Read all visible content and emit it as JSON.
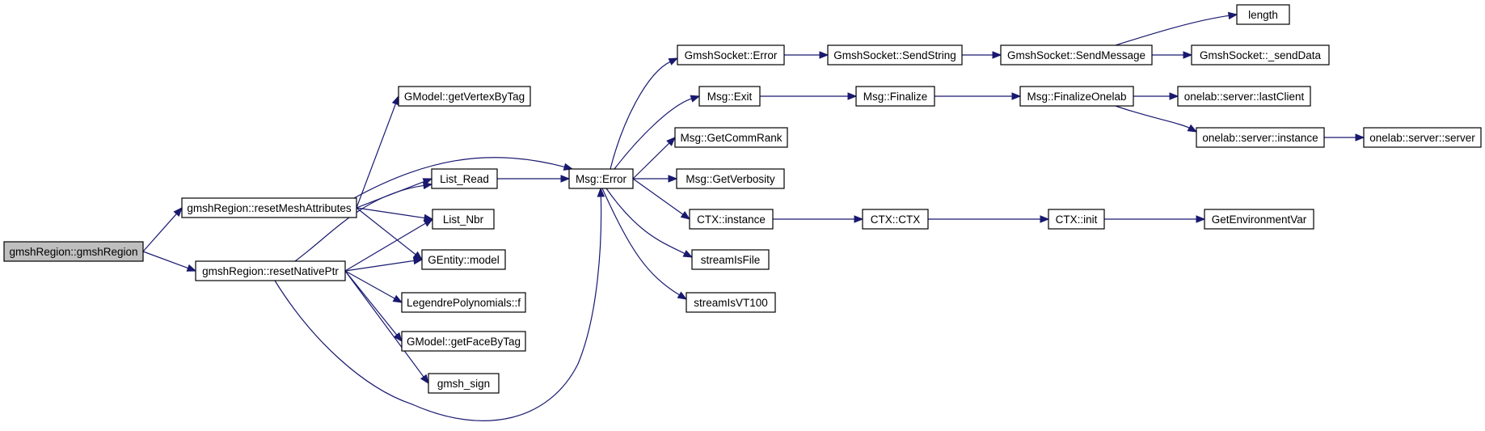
{
  "graph": {
    "nodes": [
      {
        "id": "root",
        "label": "gmshRegion::gmshRegion",
        "root": true
      },
      {
        "id": "rma",
        "label": "gmshRegion::resetMeshAttributes"
      },
      {
        "id": "rnp",
        "label": "gmshRegion::resetNativePtr"
      },
      {
        "id": "gvt",
        "label": "GModel::getVertexByTag"
      },
      {
        "id": "lr",
        "label": "List_Read"
      },
      {
        "id": "ln",
        "label": "List_Nbr"
      },
      {
        "id": "gem",
        "label": "GEntity::model"
      },
      {
        "id": "lpf",
        "label": "LegendrePolynomials::f"
      },
      {
        "id": "gft",
        "label": "GModel::getFaceByTag"
      },
      {
        "id": "gs",
        "label": "gmsh_sign"
      },
      {
        "id": "me",
        "label": "Msg::Error"
      },
      {
        "id": "gse",
        "label": "GmshSocket::Error"
      },
      {
        "id": "mex",
        "label": "Msg::Exit"
      },
      {
        "id": "mgcr",
        "label": "Msg::GetCommRank"
      },
      {
        "id": "mgv",
        "label": "Msg::GetVerbosity"
      },
      {
        "id": "ctxi",
        "label": "CTX::instance"
      },
      {
        "id": "sif",
        "label": "streamIsFile"
      },
      {
        "id": "siv",
        "label": "streamIsVT100"
      },
      {
        "id": "gsss",
        "label": "GmshSocket::SendString"
      },
      {
        "id": "mf",
        "label": "Msg::Finalize"
      },
      {
        "id": "ctxc",
        "label": "CTX::CTX"
      },
      {
        "id": "gssm",
        "label": "GmshSocket::SendMessage"
      },
      {
        "id": "mfo",
        "label": "Msg::FinalizeOnelab"
      },
      {
        "id": "ctxinit",
        "label": "CTX::init"
      },
      {
        "id": "len",
        "label": "length"
      },
      {
        "id": "gssd",
        "label": "GmshSocket::_sendData"
      },
      {
        "id": "olc",
        "label": "onelab::server::lastClient"
      },
      {
        "id": "osi",
        "label": "onelab::server::instance"
      },
      {
        "id": "gev",
        "label": "GetEnvironmentVar"
      },
      {
        "id": "oss",
        "label": "onelab::server::server"
      }
    ],
    "edges": [
      {
        "from": "root",
        "to": "rma"
      },
      {
        "from": "root",
        "to": "rnp"
      },
      {
        "from": "rma",
        "to": "gvt"
      },
      {
        "from": "rma",
        "to": "me"
      },
      {
        "from": "rma",
        "to": "lr"
      },
      {
        "from": "rma",
        "to": "ln"
      },
      {
        "from": "rma",
        "to": "gem"
      },
      {
        "from": "rnp",
        "to": "lr"
      },
      {
        "from": "rnp",
        "to": "ln"
      },
      {
        "from": "rnp",
        "to": "gem"
      },
      {
        "from": "rnp",
        "to": "lpf"
      },
      {
        "from": "rnp",
        "to": "gft"
      },
      {
        "from": "rnp",
        "to": "gs"
      },
      {
        "from": "rnp",
        "to": "me"
      },
      {
        "from": "lr",
        "to": "me"
      },
      {
        "from": "me",
        "to": "gse"
      },
      {
        "from": "me",
        "to": "mex"
      },
      {
        "from": "me",
        "to": "mgcr"
      },
      {
        "from": "me",
        "to": "mgv"
      },
      {
        "from": "me",
        "to": "ctxi"
      },
      {
        "from": "me",
        "to": "sif"
      },
      {
        "from": "me",
        "to": "siv"
      },
      {
        "from": "gse",
        "to": "gsss"
      },
      {
        "from": "gsss",
        "to": "gssm"
      },
      {
        "from": "gssm",
        "to": "len"
      },
      {
        "from": "gssm",
        "to": "gssd"
      },
      {
        "from": "mex",
        "to": "mf"
      },
      {
        "from": "mf",
        "to": "mfo"
      },
      {
        "from": "mfo",
        "to": "olc"
      },
      {
        "from": "mfo",
        "to": "osi"
      },
      {
        "from": "osi",
        "to": "oss"
      },
      {
        "from": "ctxi",
        "to": "ctxc"
      },
      {
        "from": "ctxc",
        "to": "ctxinit"
      },
      {
        "from": "ctxinit",
        "to": "gev"
      }
    ]
  }
}
